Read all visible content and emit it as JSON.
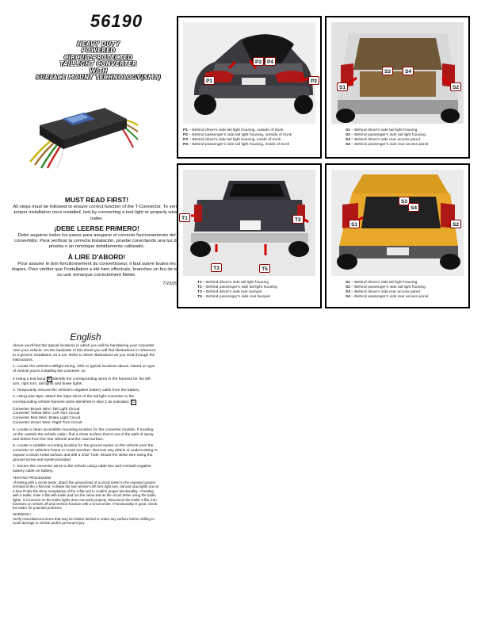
{
  "header": {
    "part_number": "56190",
    "title_lines": [
      "HEAVY DUTY",
      "POWERED",
      "CIRCUIT-PROTECTED",
      "TAILLIGHT CONVERTER",
      "WITH",
      "SURFACE MOUNT TECHNOLOGY(SMT)"
    ]
  },
  "must_read": {
    "en_heading": "MUST READ FIRST!",
    "en_body": "All steps must be followed to ensure correct function of the T-Connector. To verify proper installation once installed, test by connecting a test light or properly wired trailer.",
    "es_heading": "¡DEBE LEERSE PRIMERO!",
    "es_body": "Debe seguirse todos los pasos para asegurar el correcto funcionamiento del convertidor. Para verificar la correcta instalación, pruebe conectando una luz de prueba o un remolque debidamente cableado.",
    "fr_heading": "À LIRE D'ABORD!",
    "fr_body": "Pour assurer le bon fonctionnement du convertisseur, il faut suivre toutes les étapes. Pour vérifier que l'installation a été bien effectuée, branchez un feu de test ou une remorque correctement filetée.",
    "date": "7/23/09"
  },
  "panels": {
    "sedan": {
      "tags": [
        "P1",
        "P2",
        "P3",
        "P4"
      ],
      "captions": [
        {
          "code": "P1",
          "text": " – Behind driver's side tail light housing, outside of trunk"
        },
        {
          "code": "P2",
          "text": " – Behind passenger's side tail light housing, outside of trunk"
        },
        {
          "code": "P3",
          "text": " – Behind driver's side tail light housing, inside of trunk"
        },
        {
          "code": "P4",
          "text": " – Behind passenger's side tail light housing, inside of trunk"
        }
      ]
    },
    "suv": {
      "tags": [
        "S1",
        "S2",
        "S3",
        "S4"
      ],
      "captions": [
        {
          "code": "S1",
          "text": " – Behind driver's side tail light housing"
        },
        {
          "code": "S2",
          "text": " – Behind passenger's side tail light housing"
        },
        {
          "code": "S3",
          "text": " – Behind driver's side rear access panel"
        },
        {
          "code": "S4",
          "text": " – Behind passenger's side rear access panel"
        }
      ]
    },
    "truck": {
      "tags": [
        "T1",
        "T2",
        "T3",
        "T5"
      ],
      "captions": [
        {
          "code": "T1",
          "text": " – Behind driver's side tail light housing"
        },
        {
          "code": "T2",
          "text": " – Behind passenger's side tail light housing"
        },
        {
          "code": "T3",
          "text": " – Behind driver's side rear bumper"
        },
        {
          "code": "T5",
          "text": " – Behind passenger's side rear bumper"
        }
      ]
    },
    "xterra": {
      "tags": [
        "S1",
        "S2",
        "S3",
        "S4"
      ],
      "captions": [
        {
          "code": "S1",
          "text": " – Behind driver's side tail light housing"
        },
        {
          "code": "S2",
          "text": " – Behind passenger's side tail light housing"
        },
        {
          "code": "S3",
          "text": " – Behind driver's side rear access panel"
        },
        {
          "code": "S4",
          "text": " – Behind passenger's side rear access panel"
        }
      ]
    }
  },
  "english": {
    "title": "English",
    "intro": "Above you'll find the typical locations in which you will be handwiring your converter onto your vehicle. On the backside of this sheet you will find illustrations in reference to a generic installation on a car. Refer to these illustrations as you read through the instructions.",
    "step1": "1. Locate the vehicle's taillight wiring, refer to typical locations above, based on type of vehicle you're installing the converter on.",
    "step2_a": "2 Using a test lamp",
    "step2_box": "B",
    "step2_b": " identify the corresponding wires in the harness for the left turn, right turn, tail lights and brake lights.",
    "step3": "3. Temporarily remove the vehicle's negative battery cable from the battery.",
    "step4_a": "4. Using wire taps, attach the input wires of the tail light converter to the corresponding vehicle harness wires identified in step 2 as indicated.",
    "step4_box": "C",
    "wires": [
      "Converter Brown Wire: Tail Light Circuit",
      "Converter Yellow Wire: Left Turn Circuit",
      "Converter Red Wire: Brake Light Circuit",
      "Converter Green Wire: Right Turn Circuit"
    ],
    "step5": "5. Locate a clean accessible mounting location for the converter module. If locating on the outside the vehicle cabin, find a clean surface that is out of the path of spray and debris from the rear wheels and the road surface.",
    "step6": "6. Locate a suitable mounting location for the ground eyelet on the vehicle near the converter on vehicle's frame or cross member. Remove any debris or undercoating to expose a clean metal surface and drill a 3/32\" hole. Mount the white wire using the ground screw and eyelet provided.",
    "step7": "7. Secure the converter wires to the vehicle using cable ties and reinstall negative battery cable on battery.",
    "testing_heading": " TESTING PROCEDURE",
    "testing_body": "-If testing with a circuit tester, attach the ground lead of a circuit tester to the exposed ground terminal of the 4-flat end. Activate the tow vehicle's left turn,right turn, tail and stop lights one at a time.Probe the three receptacles of the 4-flat end to confirm proper functionality. -If testing with a trailer, mate 4-flat with trailer and run the same test as the circuit tester using the trailer lights. If a function on the trailer lights does not work properly, disconnect the trailer 4-flat, turn functions on vehicle off and recheck function with a circuit tester. If functionality is good, check the trailer for potential problems.",
    "warning_heading": "WARNING !",
    "warning_body": " Verify miscellaneous items that may be hidden behind or under any surface before drilling to avoid damage to vehicle and/or personal injury"
  },
  "colors": {
    "tag_border": "#8a0000",
    "arrow_red": "#d40000",
    "panel_border": "#000000"
  }
}
